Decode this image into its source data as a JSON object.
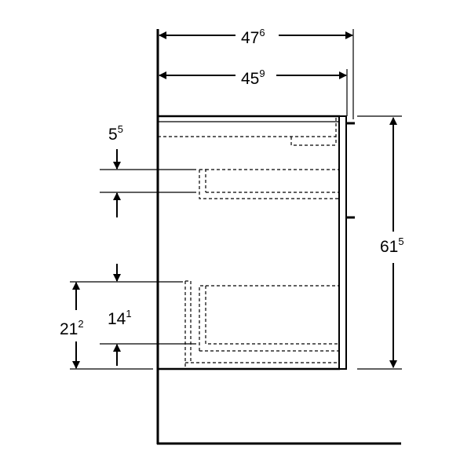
{
  "dimensions": {
    "overall_depth": {
      "main": "47",
      "sup": "6"
    },
    "body_depth": {
      "main": "45",
      "sup": "9"
    },
    "drawer_gap": {
      "main": "5",
      "sup": "5"
    },
    "height": {
      "main": "61",
      "sup": "5"
    },
    "bottom_offset": {
      "main": "21",
      "sup": "2"
    },
    "bottom_drawer": {
      "main": "14",
      "sup": "1"
    }
  },
  "colors": {
    "line": "#000000",
    "background": "#ffffff"
  }
}
